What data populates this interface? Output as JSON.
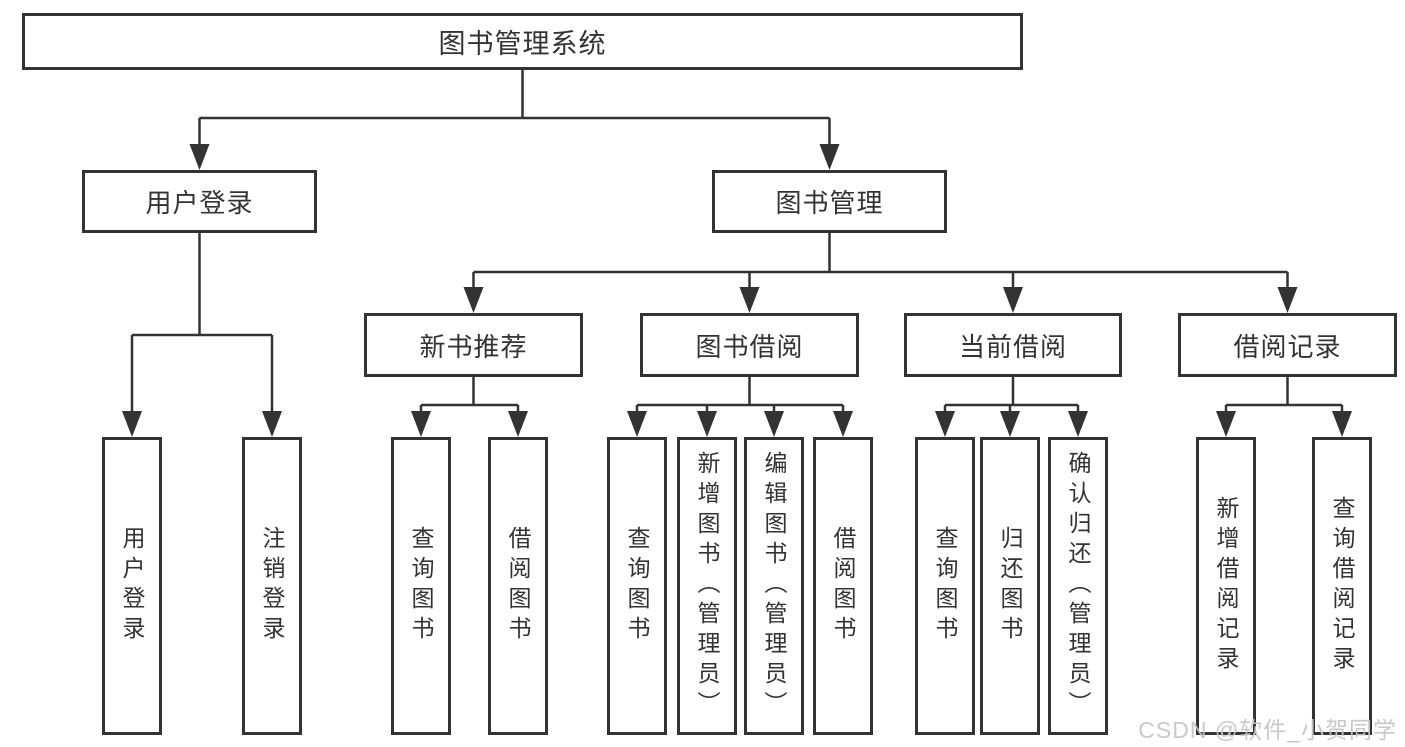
{
  "nodes": {
    "root": {
      "label": "图书管理系统"
    },
    "branches": [
      {
        "label": "用户登录"
      },
      {
        "label": "图书管理"
      }
    ],
    "modules": [
      {
        "label": "新书推荐"
      },
      {
        "label": "图书借阅"
      },
      {
        "label": "当前借阅"
      },
      {
        "label": "借阅记录"
      }
    ],
    "functions": [
      {
        "label": "用户登录"
      },
      {
        "label": "注销登录"
      },
      {
        "label": "查询图书"
      },
      {
        "label": "借阅图书"
      },
      {
        "label": "查询图书"
      },
      {
        "label": "新增图书（管理员）"
      },
      {
        "label": "编辑图书（管理员）"
      },
      {
        "label": "借阅图书"
      },
      {
        "label": "查询图书"
      },
      {
        "label": "归还图书"
      },
      {
        "label": "确认归还（管理员）"
      },
      {
        "label": "新增借阅记录"
      },
      {
        "label": "查询借阅记录"
      }
    ]
  },
  "watermark": {
    "text": "CSDN @软件_小贺同学"
  },
  "colors": {
    "line": "#333333",
    "text": "#333333",
    "watermark": "#c6c6c6",
    "background": "#ffffff"
  }
}
